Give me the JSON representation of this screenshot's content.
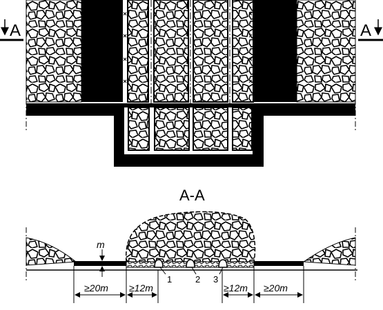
{
  "plan": {
    "cut_mark_left": "A",
    "cut_mark_right": "A"
  },
  "section": {
    "title": "A-A",
    "thickness_label": "m",
    "dimensions": {
      "left_outer": "≥20m",
      "left_inner": "≥12m",
      "right_inner": "≥12m",
      "right_outer": "≥20m"
    },
    "callouts": [
      "1",
      "2",
      "3"
    ]
  },
  "colors": {
    "ink": "#000000",
    "paper": "#ffffff"
  }
}
